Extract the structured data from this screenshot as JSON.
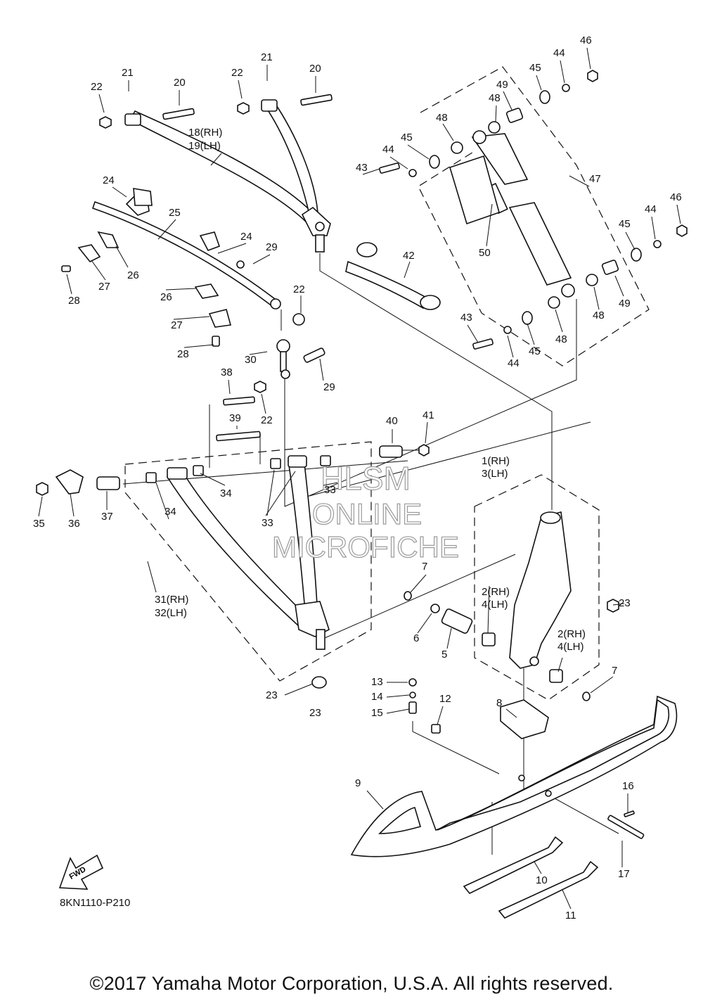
{
  "diagram_code": "8KN1110-P210",
  "fwd_label": "FWD",
  "watermark": {
    "line1": "HLSM",
    "line2": "ONLINE",
    "line3": "MICROFICHE"
  },
  "copyright": "©2017 Yamaha Motor Corporation, U.S.A. All rights reserved.",
  "callouts": [
    "1(RH)",
    "3(LH)",
    "2(RH)",
    "4(LH)",
    "2(RH)",
    "4(LH)",
    "5",
    "6",
    "7",
    "7",
    "8",
    "9",
    "10",
    "11",
    "12",
    "13",
    "14",
    "15",
    "16",
    "17",
    "18(RH)",
    "19(LH)",
    "20",
    "20",
    "21",
    "21",
    "22",
    "22",
    "22",
    "22",
    "23",
    "23",
    "23",
    "24",
    "24",
    "25",
    "26",
    "26",
    "27",
    "27",
    "28",
    "28",
    "29",
    "29",
    "30",
    "31(RH)",
    "32(LH)",
    "33",
    "33",
    "34",
    "34",
    "35",
    "36",
    "37",
    "38",
    "39",
    "40",
    "41",
    "42",
    "43",
    "43",
    "44",
    "44",
    "44",
    "44",
    "45",
    "45",
    "45",
    "45",
    "46",
    "46",
    "47",
    "48",
    "48",
    "48",
    "48",
    "49",
    "49",
    "50"
  ]
}
